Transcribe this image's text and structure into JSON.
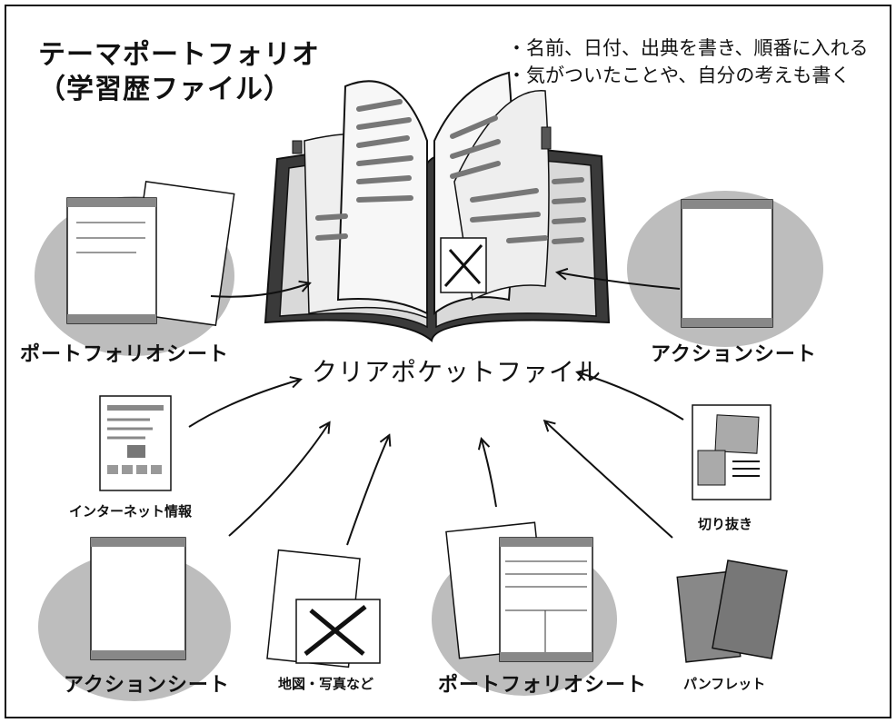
{
  "title": {
    "line1": "テーマポートフォリオ",
    "line2": "（学習歴ファイル）"
  },
  "notes": [
    "・名前、日付、出典を書き、順番に入れる",
    "・気がついたことや、自分の考えも書く"
  ],
  "center_label": "クリアポケットファイル",
  "items": {
    "portfolio_left": "ポートフォリオシート",
    "action_right": "アクションシート",
    "internet": "インターネット情報",
    "clipping": "切り抜き",
    "action_left": "アクションシート",
    "map_photo": "地図・写真など",
    "portfolio_bottom": "ポートフォリオシート",
    "pamphlet": "パンフレット"
  }
}
